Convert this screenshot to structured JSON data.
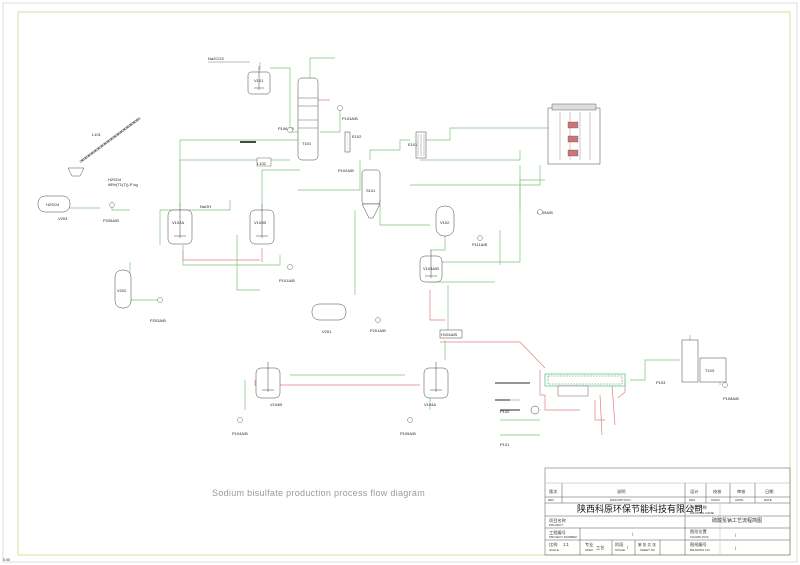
{
  "diagram": {
    "title": "Sodium bisulfate production process flow diagram",
    "corner_mark": "0.00"
  },
  "equipment": [
    {
      "tag": "V101"
    },
    {
      "tag": "T101"
    },
    {
      "tag": "P106A/B"
    },
    {
      "tag": "E102"
    },
    {
      "tag": "P103A/B"
    },
    {
      "tag": "P102A/B"
    },
    {
      "tag": "S101"
    },
    {
      "tag": "E101"
    },
    {
      "tag": "P109A/B"
    },
    {
      "tag": "V102"
    },
    {
      "tag": "P111A/B"
    },
    {
      "tag": "V103A/B"
    },
    {
      "tag": "L101"
    },
    {
      "tag": "L102"
    },
    {
      "tag": "V102A"
    },
    {
      "tag": "V102B"
    },
    {
      "tag": "P101A/B"
    },
    {
      "tag": "V203"
    },
    {
      "tag": "P205A/B"
    },
    {
      "tag": "V202"
    },
    {
      "tag": "P203A/B"
    },
    {
      "tag": "V201"
    },
    {
      "tag": "P201A/B"
    },
    {
      "tag": "H104A/B"
    },
    {
      "tag": "V104B"
    },
    {
      "tag": "V104A"
    },
    {
      "tag": "P104A/B"
    },
    {
      "tag": "P105A/B"
    },
    {
      "tag": "P108A/B"
    },
    {
      "tag": "P103"
    },
    {
      "tag": "P102"
    },
    {
      "tag": "P101"
    },
    {
      "tag": "T103"
    }
  ],
  "streams": {
    "na2co3": "Na2CO3",
    "na_oh": "NaOH",
    "h2so4": "H2SO4",
    "h2so4_feed": "H2SO4",
    "h2so4_note": "98%(T1(T))-P kg"
  },
  "title_block": {
    "company": "陕西科原环保节能科技有限公司",
    "drawing_name": "硫酸氢钠工艺流程简图",
    "rev_header": [
      "版次",
      "说明",
      "设计",
      "校核",
      "审核",
      "日期"
    ],
    "rev_header_en": [
      "REV.",
      "DESCRIPTION",
      "DES.",
      "CHKD.",
      "APPD.",
      "DATE"
    ],
    "fields": [
      {
        "label": "项目名称",
        "sub": "PROJECT",
        "value": ""
      },
      {
        "label": "工程编号",
        "sub": "PROJECT NUMBER",
        "value": "/"
      },
      {
        "label": "比例",
        "sub": "SCALE",
        "value": "1:1"
      }
    ],
    "right_fields": [
      {
        "label": "图名名称",
        "sub": "DRAWING NAME"
      },
      {
        "label": "图形位置",
        "sub": "FIGURE POS."
      },
      {
        "label": "图纸编号",
        "sub": "DRAWING NO."
      }
    ],
    "values": {
      "figure_pos": "/",
      "drawing_no": "/",
      "project_no": "/"
    },
    "specialty": {
      "label": "专业",
      "sub": "SPEC.",
      "value": "工艺"
    },
    "stage": {
      "label": "阶段",
      "sub": "STAGE",
      "value": "/"
    },
    "sheet": {
      "label": "第 张 共 张",
      "sub": "SHEET OF"
    }
  }
}
